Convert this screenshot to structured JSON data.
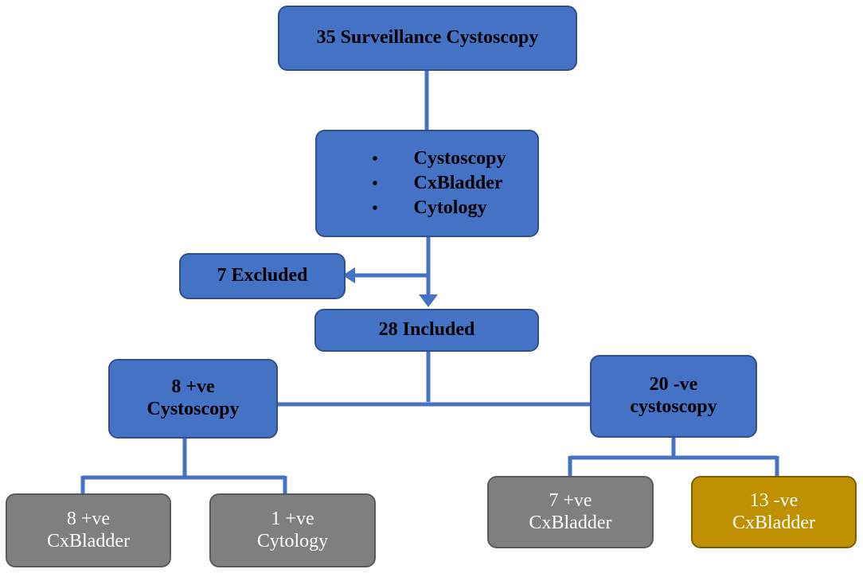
{
  "colors": {
    "box_blue": "#4472c4",
    "box_gray": "#7f7f7f",
    "box_gold": "#bf9000",
    "connector": "#4472c4"
  },
  "top": {
    "label": "35 Surveillance Cystoscopy"
  },
  "tests": {
    "bullet_char": "•",
    "items": [
      "Cystoscopy",
      "CxBladder",
      "Cytology"
    ]
  },
  "excluded": {
    "label": "7 Excluded"
  },
  "included": {
    "label": "28 Included"
  },
  "positive_cystoscopy": {
    "line1": "8 +ve",
    "line2": "Cystoscopy"
  },
  "negative_cystoscopy": {
    "line1": "20 -ve",
    "line2": "cystoscopy"
  },
  "pos_cxbladder": {
    "line1": "8 +ve",
    "line2": "CxBladder"
  },
  "pos_cytology": {
    "line1": "1 +ve",
    "line2": "Cytology"
  },
  "neg_pos_cxbladder": {
    "line1": "7 +ve",
    "line2": "CxBladder"
  },
  "neg_neg_cxbladder": {
    "line1": "13 -ve",
    "line2": "CxBladder"
  }
}
